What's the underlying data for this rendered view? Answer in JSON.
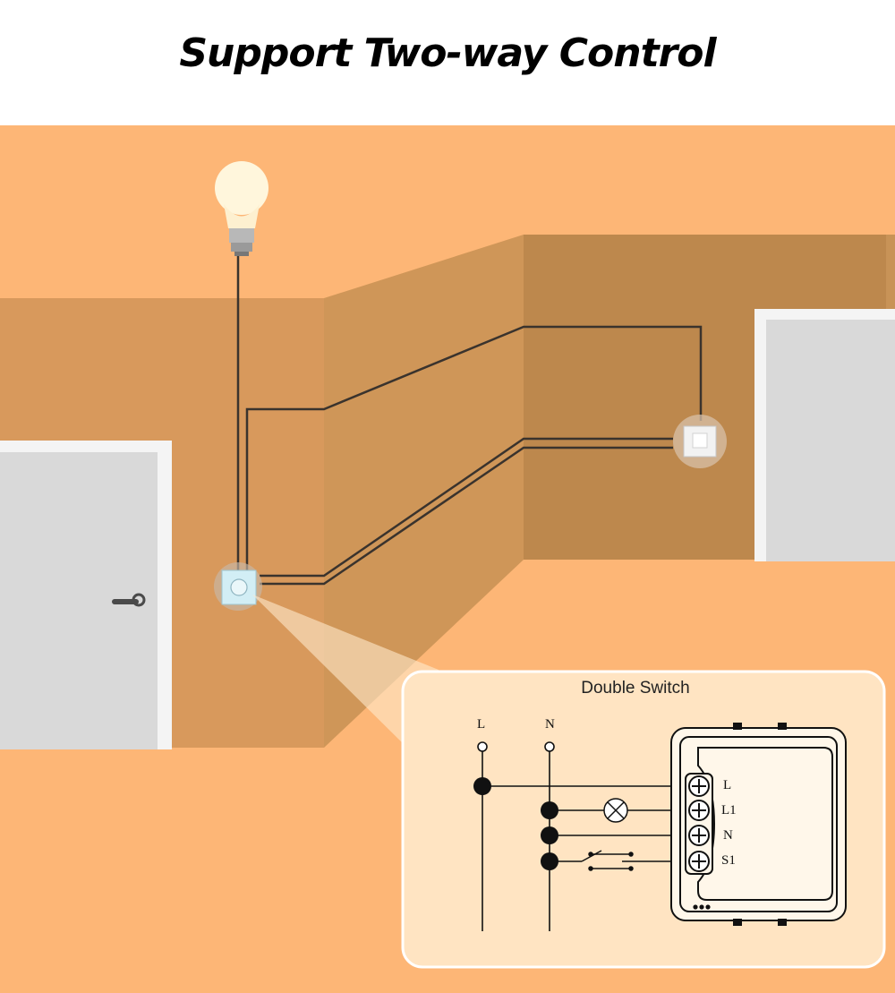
{
  "title": "Support Two-way Control",
  "panel": {
    "label": "Double Switch",
    "rail_labels": [
      "L",
      "N"
    ],
    "terminal_labels": [
      "L",
      "L1",
      "N",
      "S1"
    ]
  },
  "colors": {
    "floor": "#fdb676",
    "wall_left": "#d79a5f",
    "wall_back": "#c89357",
    "wall_right": "#b98549",
    "door": "#dedede",
    "wire": "#3a332d",
    "panel_bg": "#ffe4c2"
  },
  "icons": [
    "light-bulb-icon",
    "wall-switch-icon",
    "remote-switch-icon",
    "lamp-symbol-icon",
    "two-way-switch-symbol-icon",
    "module-icon"
  ]
}
